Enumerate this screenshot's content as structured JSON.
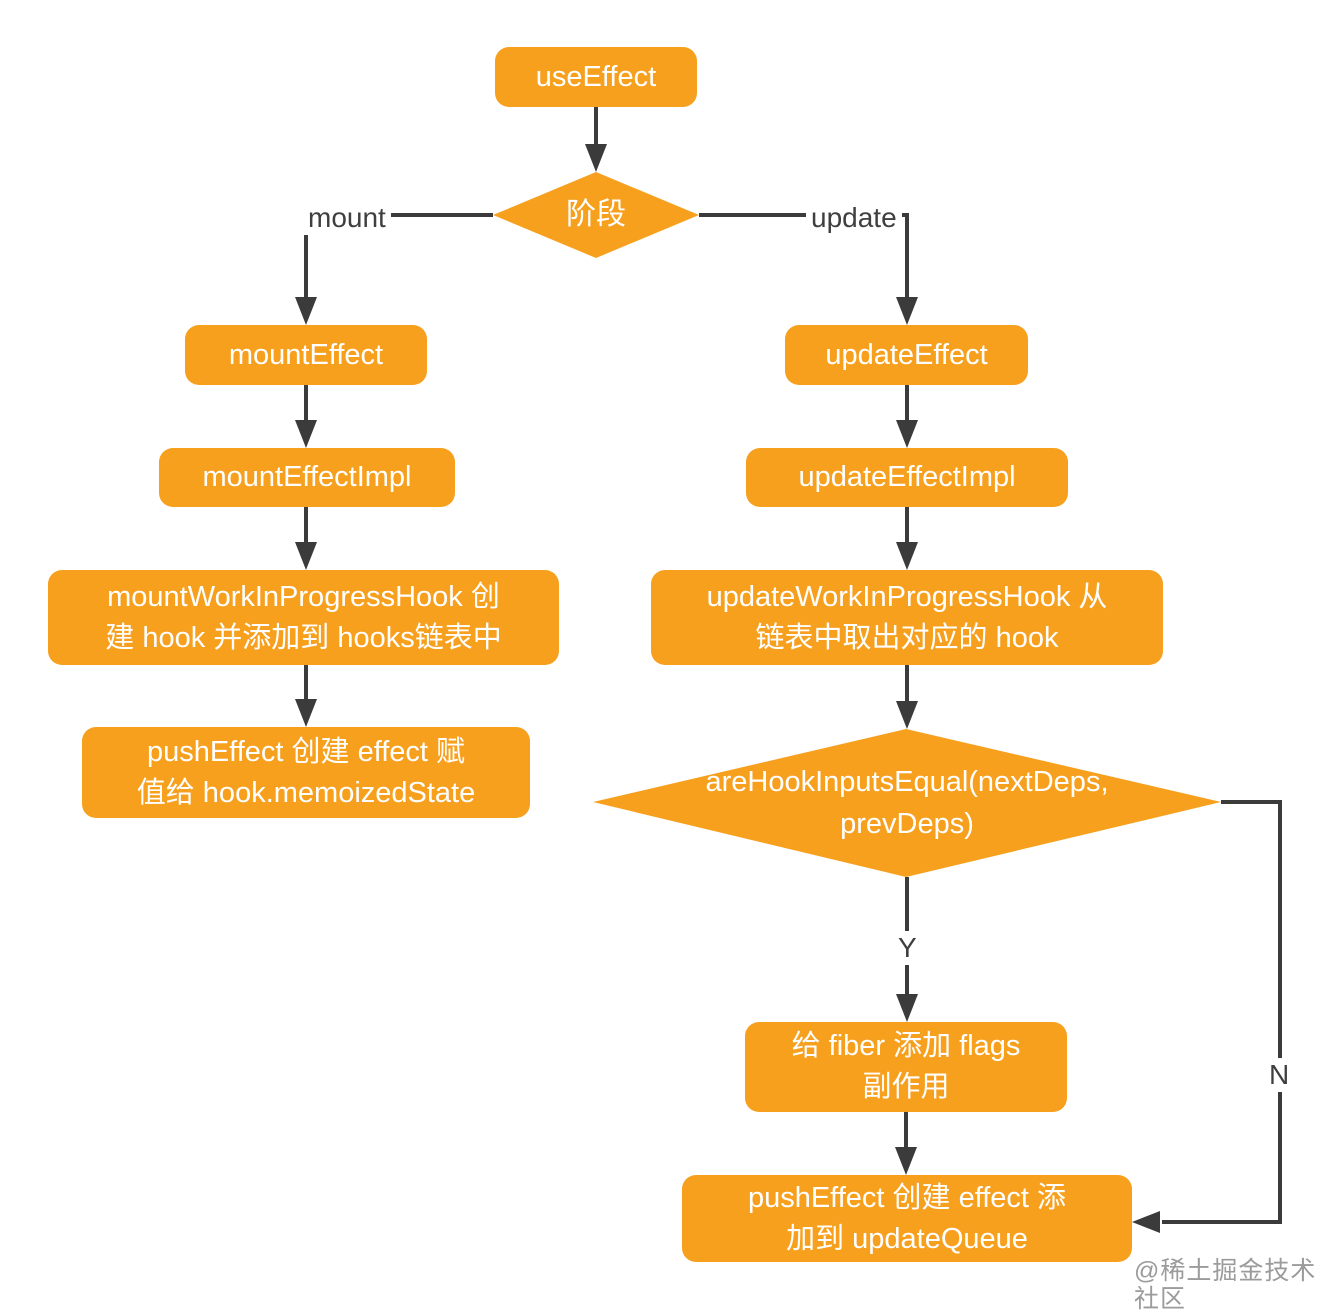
{
  "flowchart": {
    "start": {
      "label": "useEffect"
    },
    "stage_decision": {
      "label": "阶段"
    },
    "edge_labels": {
      "mount": "mount",
      "update": "update",
      "yes": "Y",
      "no": "N"
    },
    "mount_branch": {
      "mount_effect": {
        "label": "mountEffect"
      },
      "mount_effect_impl": {
        "label": "mountEffectImpl"
      },
      "mount_wip_hook": {
        "line1": "mountWorkInProgressHook 创",
        "line2": "建 hook 并添加到 hooks链表中"
      },
      "push_effect": {
        "line1": "pushEffect 创建 effect 赋",
        "line2": "值给 hook.memoizedState"
      }
    },
    "update_branch": {
      "update_effect": {
        "label": "updateEffect"
      },
      "update_effect_impl": {
        "label": "updateEffectImpl"
      },
      "update_wip_hook": {
        "line1": "updateWorkInProgressHook 从",
        "line2": "链表中取出对应的 hook"
      },
      "deps_equal_decision": {
        "line1": "areHookInputsEqual(nextDeps,",
        "line2": "prevDeps)"
      },
      "add_flags": {
        "line1": "给 fiber 添加 flags",
        "line2": "副作用"
      },
      "push_effect": {
        "line1": "pushEffect 创建 effect 添",
        "line2": "加到 updateQueue"
      }
    },
    "watermark": "@稀土掘金技术社区",
    "colors": {
      "node_fill": "#F7A01E",
      "node_text": "#FFFFFF",
      "line": "#3B3B3B",
      "label_text": "#3F3F3F",
      "watermark": "#9B9B9B"
    }
  }
}
